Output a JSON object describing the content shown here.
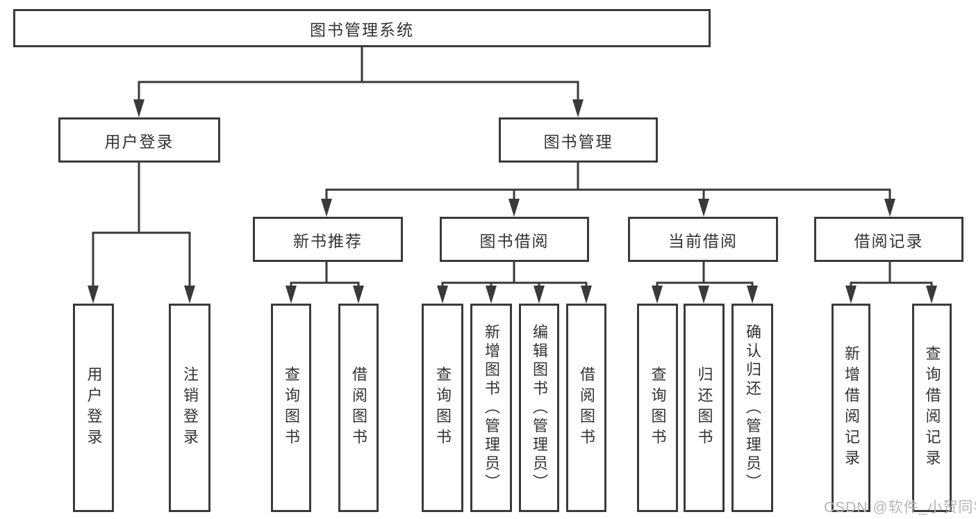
{
  "diagram": {
    "root": {
      "label": "图书管理系统"
    },
    "branches": {
      "user_login": {
        "label": "用户登录",
        "children": [
          "用户登录",
          "注销登录"
        ]
      },
      "book_management": {
        "label": "图书管理",
        "children": [
          {
            "label": "新书推荐",
            "children": [
              "查询图书",
              "借阅图书"
            ]
          },
          {
            "label": "图书借阅",
            "children": [
              "查询图书",
              "新增图书（管理员）",
              "编辑图书（管理员）",
              "借阅图书"
            ]
          },
          {
            "label": "当前借阅",
            "children": [
              "查询图书",
              "归还图书",
              "确认归还（管理员）"
            ]
          },
          {
            "label": "借阅记录",
            "children": [
              "新增借阅记录",
              "查询借阅记录"
            ]
          }
        ]
      }
    },
    "watermark": "CSDN @软件_小贺同学",
    "colors": {
      "line": "#3a3a3a",
      "text": "#333333",
      "watermark": "#b5b5b5",
      "background": "#ffffff"
    }
  }
}
